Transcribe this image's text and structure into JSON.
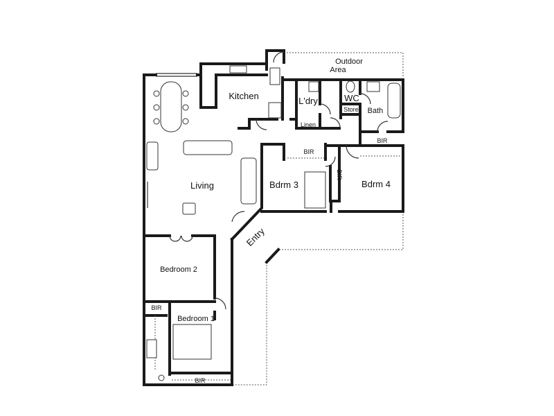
{
  "rooms": {
    "outdoor_line1": "Outdoor",
    "outdoor_line2": "Area",
    "kitchen": "Kitchen",
    "laundry": "L'dry",
    "wc": "WC",
    "store": "Store",
    "bath": "Bath",
    "linen": "Linen",
    "living": "Living",
    "bdrm3": "Bdrm 3",
    "bdrm4": "Bdrm 4",
    "bir_bdrm3": "BIR",
    "bir_side": "BIR",
    "bir_bdrm4": "BIR",
    "entry": "Entry",
    "bedroom2": "Bedroom 2",
    "bir_bedroom2": "BIR",
    "bedroom1": "Bedroom 1",
    "bir_bottom": "BIR"
  }
}
